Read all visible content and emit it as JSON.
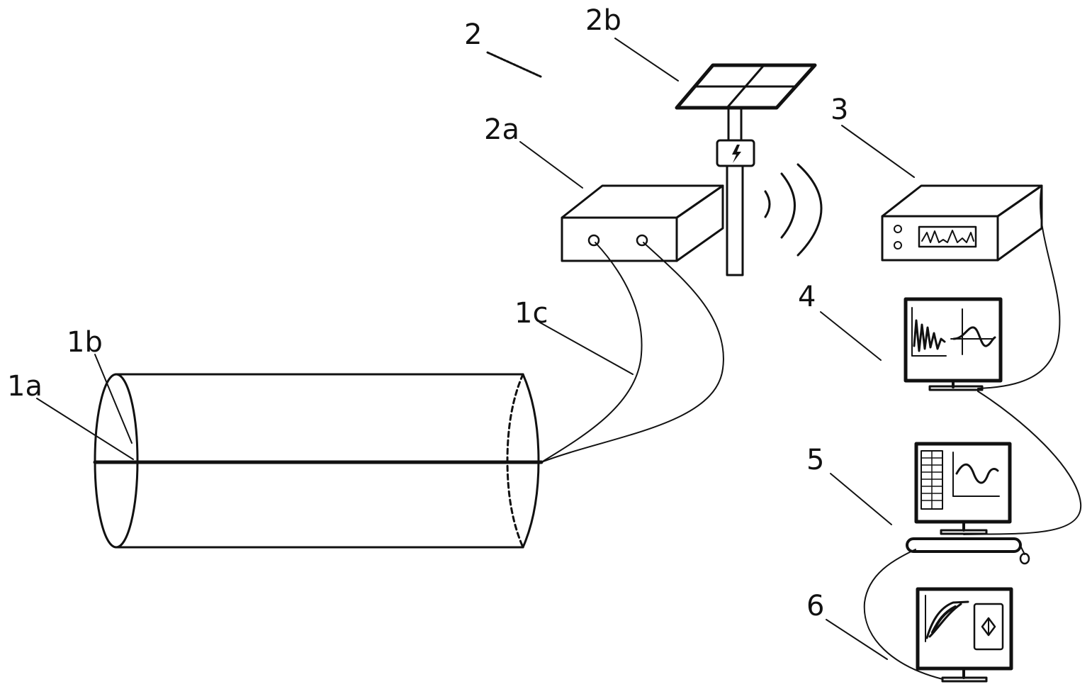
{
  "labels": {
    "system": "2",
    "solar_panel": "2b",
    "controller": "2a",
    "receiver": "3",
    "monitor_1": "4",
    "monitor_2": "5",
    "monitor_3": "6",
    "fiber_lead": "1c",
    "marker_1b": "1b",
    "marker_1a": "1a"
  },
  "colors": {
    "line": "#111111",
    "background": "#ffffff"
  },
  "icons": [
    "solar-panel-icon",
    "lightning-icon",
    "wireless-signal-icon",
    "waveform-icon",
    "keyboard-icon",
    "mouse-icon"
  ]
}
